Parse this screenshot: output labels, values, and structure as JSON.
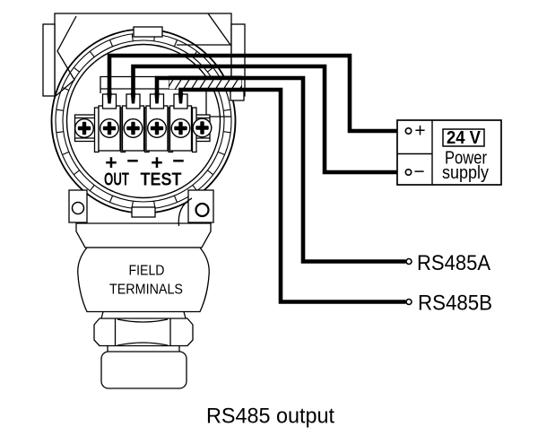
{
  "diagram": {
    "caption": "RS485 output",
    "transmitter": {
      "terminal_plus_1": "+",
      "terminal_minus_1": "−",
      "terminal_plus_2": "+",
      "terminal_minus_2": "−",
      "terminal_group_out": "OUT",
      "terminal_group_test": "TEST",
      "body_label_line1": "FIELD",
      "body_label_line2": "TERMINALS"
    },
    "power_supply": {
      "voltage": "24 V",
      "label_line1": "Power",
      "label_line2": "supply",
      "plus": "+",
      "minus": "−"
    },
    "outputs": {
      "line_a": "RS485A",
      "line_b": "RS485B"
    }
  }
}
